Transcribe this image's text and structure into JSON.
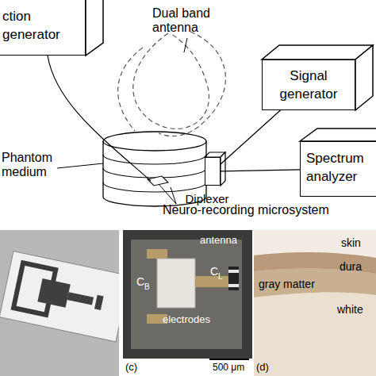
{
  "diagram": {
    "nodes": [
      {
        "text": [
          "ction generator"
        ]
      },
      {
        "text": [
          "Signal generator"
        ]
      },
      {
        "text": [
          "Spectrum analyzer"
        ]
      },
      {
        "text": [
          "Diplexer"
        ]
      }
    ],
    "edges": [
      {
        "from": 1,
        "to": 3,
        "arrow": "none"
      },
      {
        "from": 3,
        "to": 2,
        "arrow": "none"
      }
    ],
    "labels": [
      "Dual band antenna",
      "Phantom medium",
      "Neuro-recording microsystem",
      "antenna",
      "C",
      "B",
      "C",
      "L",
      "electrodes",
      "(c)",
      "500 μm",
      "(d)",
      "skin",
      "dura",
      "gray matter",
      "white"
    ]
  }
}
